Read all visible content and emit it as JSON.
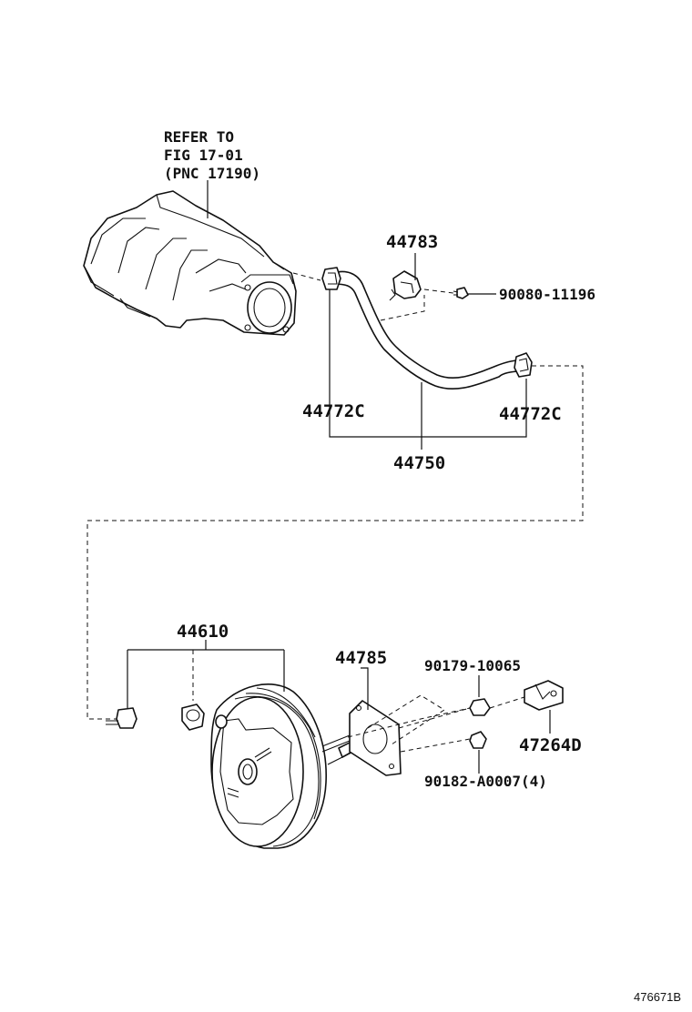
{
  "refer_note": {
    "line1": "REFER TO",
    "line2": "FIG 17-01",
    "line3": "(PNC 17190)"
  },
  "part_labels": {
    "p44783": "44783",
    "p90080": "90080-11196",
    "p44772c_left": "44772C",
    "p44772c_right": "44772C",
    "p44750": "44750",
    "p44610": "44610",
    "p44785": "44785",
    "p90179": "90179-10065",
    "p47264d": "47264D",
    "p90182": "90182-A0007(4)"
  },
  "drawing_id": "476671B"
}
